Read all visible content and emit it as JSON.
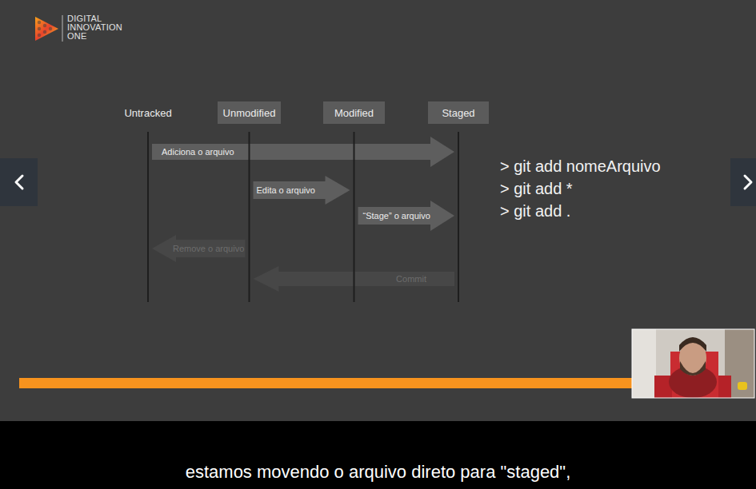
{
  "diagram": {
    "nodes": [
      {
        "text": [
          "Untracked"
        ]
      },
      {
        "text": [
          "Unmodified"
        ]
      },
      {
        "text": [
          "Modified"
        ]
      },
      {
        "text": [
          "Staged"
        ]
      }
    ],
    "edges": [
      {
        "from": 0,
        "to": 3,
        "arrow": "to",
        "label": "Adiciona o arquivo"
      },
      {
        "from": 1,
        "to": 2,
        "arrow": "to",
        "label": "Edita o arquivo"
      },
      {
        "from": 2,
        "to": 3,
        "arrow": "to",
        "label": "“Stage” o arquivo"
      },
      {
        "from": 1,
        "to": 0,
        "arrow": "to",
        "label": "Remove o arquivo"
      },
      {
        "from": 3,
        "to": 1,
        "arrow": "to",
        "label": "Commit"
      }
    ],
    "labels": [
      "DIGITAL INNOVATION ONE",
      "> git add nomeArquivo",
      "> git add *",
      "> git add .",
      "estamos movendo o arquivo direto para \"staged\","
    ]
  }
}
